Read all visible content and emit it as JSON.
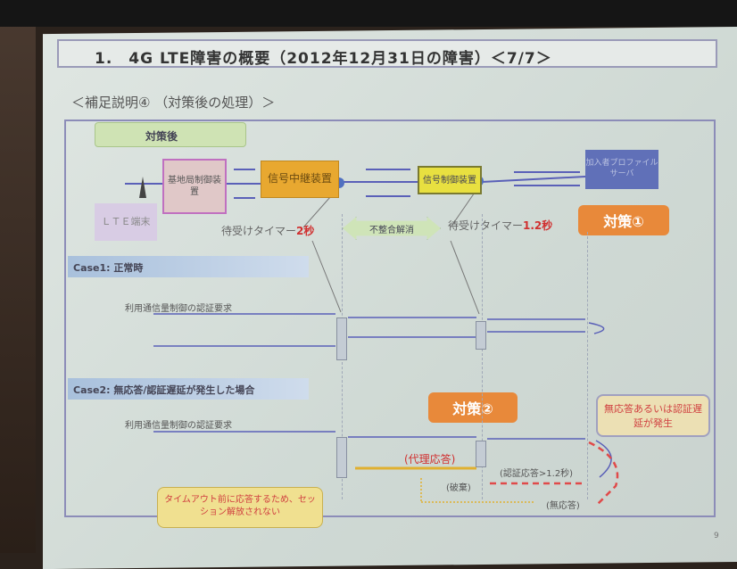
{
  "slide": {
    "title": "1.　4G  LTE障害の概要（2012年12月31日の障害）＜7/7＞",
    "subtitle": "＜補足説明④ （対策後の処理）＞",
    "section_label": "対策後",
    "devices": {
      "base_station": "基地局制御装置",
      "relay": "信号中継装置",
      "controller": "信号制御装置",
      "profile_server": "加入者プロファイルサーバ",
      "terminal_line1": "ＬＴＥ",
      "terminal_line2": "端末"
    },
    "timer_left_prefix": "待受けタイマー",
    "timer_left_value": "2秒",
    "timer_right_prefix": "待受けタイマー",
    "timer_right_value": "1.2秒",
    "mismatch": "不整合解消",
    "measure1": "対策①",
    "measure2": "対策②",
    "case1": "Case1: 正常時",
    "case2": "Case2: 無応答/認証遅延が発生した場合",
    "auth_request": "利用通信量制御の認証要求",
    "proxy_response": "(代理応答)",
    "auth_response_delay": "(認証応答>1.2秒)",
    "discard": "(破棄)",
    "no_response": "(無応答)",
    "note_delay": "無応答あるいは認証遅延が発生",
    "note_timeout": "タイムアウト前に応答するため、セッション解放されない",
    "page_number": "9"
  },
  "colors": {
    "accent_orange": "#e8893a",
    "alert_red": "#d03030",
    "line_blue": "#5a60b8"
  }
}
